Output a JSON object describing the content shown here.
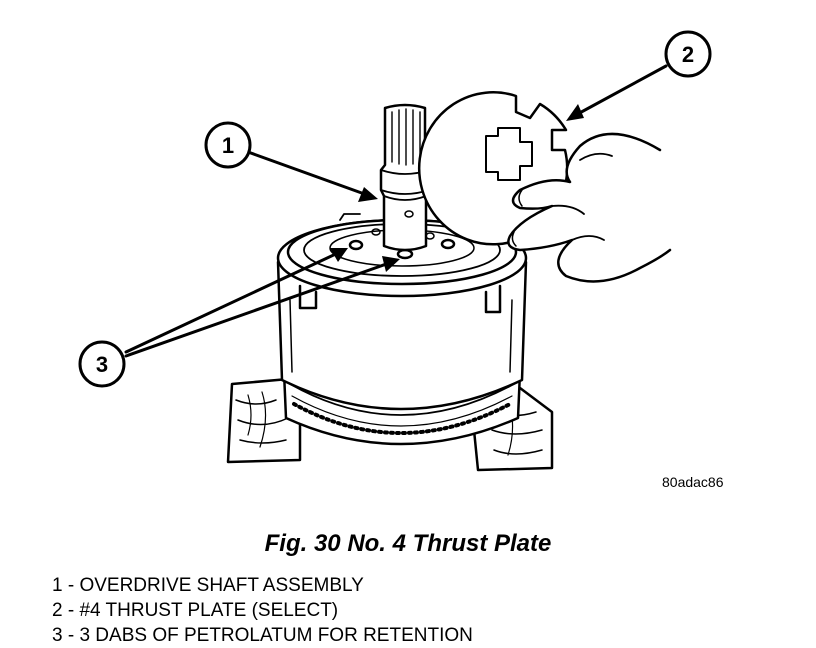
{
  "figure": {
    "id": "80adac86",
    "caption": "Fig. 30 No. 4 Thrust Plate"
  },
  "callouts": [
    {
      "number": "1"
    },
    {
      "number": "2"
    },
    {
      "number": "3"
    }
  ],
  "legend": [
    "1 - OVERDRIVE SHAFT ASSEMBLY",
    "2 - #4 THRUST PLATE (SELECT)",
    "3 - 3 DABS OF PETROLATUM FOR RETENTION"
  ]
}
